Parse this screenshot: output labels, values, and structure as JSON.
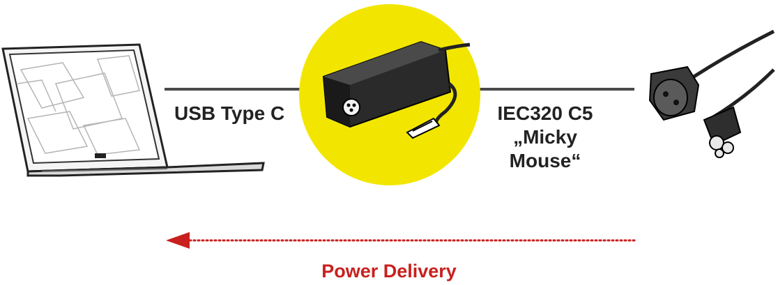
{
  "labels": {
    "left_connector": "USB Type C",
    "right_connector_line1": "IEC320 C5",
    "right_connector_line2": "„Micky",
    "right_connector_line3": "Mouse“",
    "flow": "Power Delivery"
  },
  "colors": {
    "highlight": "#f2e600",
    "arrow": "#c8201e",
    "line": "#4a4a4a"
  },
  "icons": {
    "left": "laptop-icon",
    "center": "power-adapter-icon",
    "right": "power-plug-icon"
  }
}
